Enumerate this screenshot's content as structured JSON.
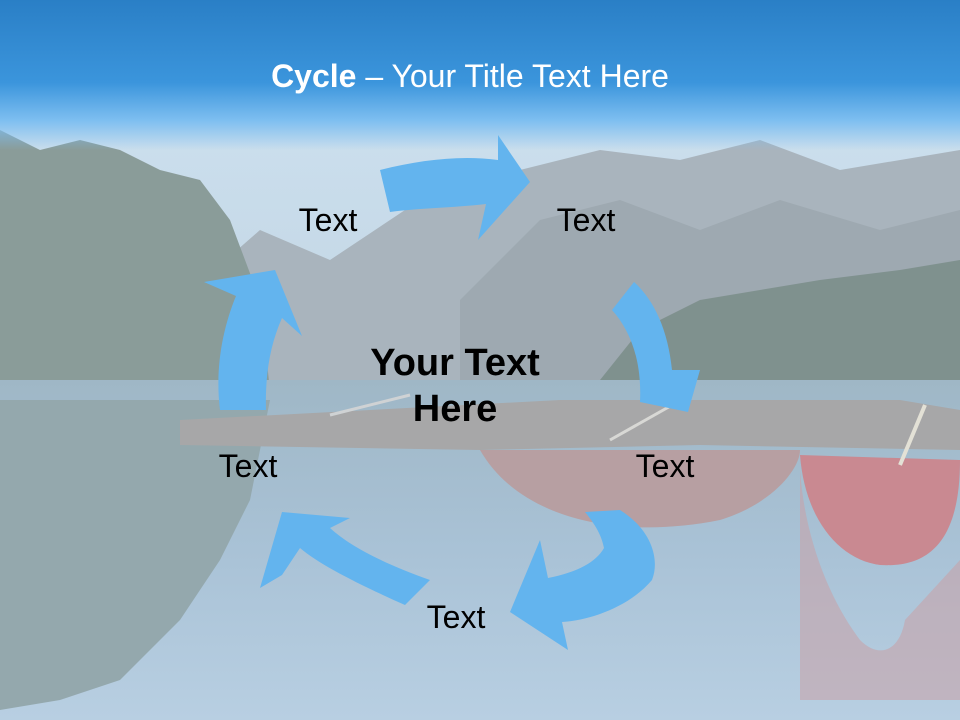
{
  "slide": {
    "title_bold": "Cycle",
    "title_rest": " – Your Title Text Here",
    "center_text": "Your Text Here",
    "labels": [
      "Text",
      "Text",
      "Text",
      "Text",
      "Text"
    ]
  },
  "colors": {
    "title_bar": "#2a7fc6",
    "arrow_fill": "#63b4ee",
    "text": "#000000",
    "title_text": "#ffffff"
  },
  "icons": [
    "cycle-arrow"
  ]
}
